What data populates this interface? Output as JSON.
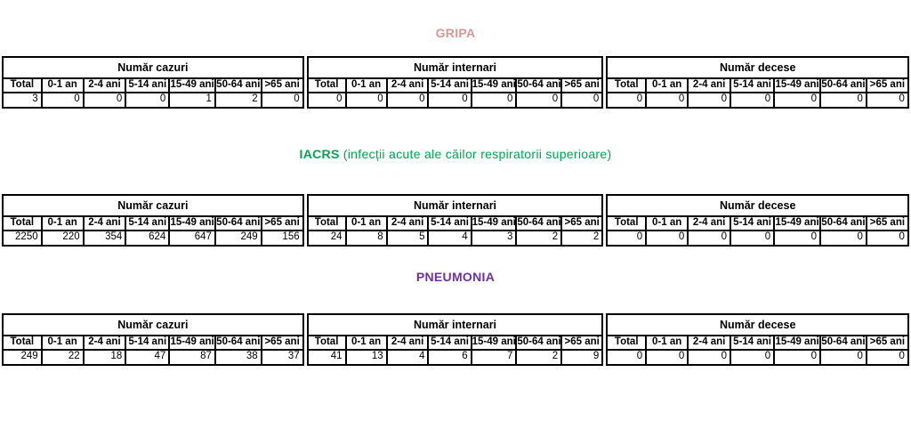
{
  "page": {
    "background": "#ffffff",
    "language": "ro"
  },
  "columns": {
    "age_groups": [
      "Total",
      "0-1 an",
      "2-4 ani",
      "5-14 ani",
      "15-49 ani",
      "50-64 ani",
      ">65 ani"
    ],
    "group_titles": [
      "Număr cazuri",
      "Număr internari",
      "Număr decese"
    ]
  },
  "sections": [
    {
      "id": "gripa",
      "title": "GRIPA",
      "subtitle": "",
      "title_color": "#d99694",
      "groups": [
        {
          "name": "Număr cazuri",
          "values": [
            "3",
            "0",
            "0",
            "0",
            "1",
            "2",
            "0"
          ]
        },
        {
          "name": "Număr internari",
          "values": [
            "0",
            "0",
            "0",
            "0",
            "0",
            "0",
            "0"
          ]
        },
        {
          "name": "Număr decese",
          "values": [
            "0",
            "0",
            "0",
            "0",
            "0",
            "0",
            "0"
          ]
        }
      ]
    },
    {
      "id": "iacrs",
      "title": "IACRS",
      "subtitle": " (infecții acute ale căilor respiratorii superioare)",
      "title_color": "#00a550",
      "groups": [
        {
          "name": "Număr cazuri",
          "values": [
            "2250",
            "220",
            "354",
            "624",
            "647",
            "249",
            "156"
          ]
        },
        {
          "name": "Număr internari",
          "values": [
            "24",
            "8",
            "5",
            "4",
            "3",
            "2",
            "2"
          ]
        },
        {
          "name": "Număr decese",
          "values": [
            "0",
            "0",
            "0",
            "0",
            "0",
            "0",
            "0"
          ]
        }
      ]
    },
    {
      "id": "pneumonia",
      "title": "PNEUMONIA",
      "subtitle": "",
      "title_color": "#7030a0",
      "groups": [
        {
          "name": "Număr cazuri",
          "values": [
            "249",
            "22",
            "18",
            "47",
            "87",
            "38",
            "37"
          ]
        },
        {
          "name": "Număr internari",
          "values": [
            "41",
            "13",
            "4",
            "6",
            "7",
            "2",
            "9"
          ]
        },
        {
          "name": "Număr decese",
          "values": [
            "0",
            "0",
            "0",
            "0",
            "0",
            "0",
            "0"
          ]
        }
      ]
    }
  ]
}
